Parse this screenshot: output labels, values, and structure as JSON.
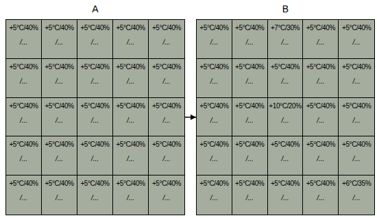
{
  "diagram": {
    "nodes": [
      {
        "text": [
          "A"
        ]
      },
      {
        "text": [
          "+5°C/40%",
          "/..."
        ],
        "in": 0
      },
      {
        "text": [
          "+5°C/40%",
          "/..."
        ],
        "in": 0
      },
      {
        "text": [
          "+5°C/40%",
          "/..."
        ],
        "in": 0
      },
      {
        "text": [
          "+5°C/40%",
          "/..."
        ],
        "in": 0
      },
      {
        "text": [
          "+5°C/40%",
          "/..."
        ],
        "in": 0
      },
      {
        "text": [
          "+5°C/40%",
          "/..."
        ],
        "in": 0
      },
      {
        "text": [
          "+5°C/40%",
          "/..."
        ],
        "in": 0
      },
      {
        "text": [
          "+5°C/40%",
          "/..."
        ],
        "in": 0
      },
      {
        "text": [
          "+5°C/40%",
          "/..."
        ],
        "in": 0
      },
      {
        "text": [
          "+5°C/40%",
          "/..."
        ],
        "in": 0
      },
      {
        "text": [
          "+5°C/40%",
          "/..."
        ],
        "in": 0
      },
      {
        "text": [
          "+5°C/40%",
          "/..."
        ],
        "in": 0
      },
      {
        "text": [
          "+5°C/40%",
          "/..."
        ],
        "in": 0
      },
      {
        "text": [
          "+5°C/40%",
          "/..."
        ],
        "in": 0
      },
      {
        "text": [
          "+5°C/40%",
          "/..."
        ],
        "in": 0
      },
      {
        "text": [
          "+5°C/40%",
          "/..."
        ],
        "in": 0
      },
      {
        "text": [
          "+5°C/40%",
          "/..."
        ],
        "in": 0
      },
      {
        "text": [
          "+5°C/40%",
          "/..."
        ],
        "in": 0
      },
      {
        "text": [
          "+5°C/40%",
          "/..."
        ],
        "in": 0
      },
      {
        "text": [
          "+5°C/40%",
          "/..."
        ],
        "in": 0
      },
      {
        "text": [
          "+5°C/40%",
          "/..."
        ],
        "in": 0
      },
      {
        "text": [
          "+5°C/40%",
          "/..."
        ],
        "in": 0
      },
      {
        "text": [
          "+5°C/40%",
          "/..."
        ],
        "in": 0
      },
      {
        "text": [
          "+5°C/40%",
          "/..."
        ],
        "in": 0
      },
      {
        "text": [
          "+5°C/40%",
          "/..."
        ],
        "in": 0
      },
      {
        "text": [
          "B"
        ]
      },
      {
        "text": [
          "+5°C/40%",
          "/..."
        ],
        "in": 26
      },
      {
        "text": [
          "+5°C/40%",
          "/..."
        ],
        "in": 26
      },
      {
        "text": [
          "+7°C/30%",
          "/..."
        ],
        "in": 26
      },
      {
        "text": [
          "+5°C/40%",
          "/..."
        ],
        "in": 26
      },
      {
        "text": [
          "+5°C/40%",
          "/..."
        ],
        "in": 26
      },
      {
        "text": [
          "+5°C/40%",
          "/..."
        ],
        "in": 26
      },
      {
        "text": [
          "+5°C/40%",
          "/..."
        ],
        "in": 26
      },
      {
        "text": [
          "+5°C/40%",
          "/..."
        ],
        "in": 26
      },
      {
        "text": [
          "+5°C/40%",
          "/..."
        ],
        "in": 26
      },
      {
        "text": [
          "+5°C/40%",
          "/..."
        ],
        "in": 26
      },
      {
        "text": [
          "+5°C/40%",
          "/..."
        ],
        "in": 26
      },
      {
        "text": [
          "+5°C/40%",
          "/..."
        ],
        "in": 26
      },
      {
        "text": [
          "+10°C/20%",
          "/..."
        ],
        "in": 26
      },
      {
        "text": [
          "+5°C/40%",
          "/..."
        ],
        "in": 26
      },
      {
        "text": [
          "+5°C/40%",
          "/..."
        ],
        "in": 26
      },
      {
        "text": [
          "+5°C/40%",
          "/..."
        ],
        "in": 26
      },
      {
        "text": [
          "+5°C/40%",
          "/..."
        ],
        "in": 26
      },
      {
        "text": [
          "+5°C/40%",
          "/..."
        ],
        "in": 26
      },
      {
        "text": [
          "+5°C/40%",
          "/..."
        ],
        "in": 26
      },
      {
        "text": [
          "+5°C/40%",
          "/..."
        ],
        "in": 26
      },
      {
        "text": [
          "+5°C/40%",
          "/..."
        ],
        "in": 26
      },
      {
        "text": [
          "+5°C/40%",
          "/..."
        ],
        "in": 26
      },
      {
        "text": [
          "+5°C/40%",
          "/..."
        ],
        "in": 26
      },
      {
        "text": [
          "+5°C/40%",
          "/..."
        ],
        "in": 26
      },
      {
        "text": [
          "+6°C/35%",
          "/..."
        ],
        "in": 26
      }
    ],
    "edges": [
      {
        "from": 0,
        "to": 26,
        "arrow": "to"
      }
    ]
  }
}
